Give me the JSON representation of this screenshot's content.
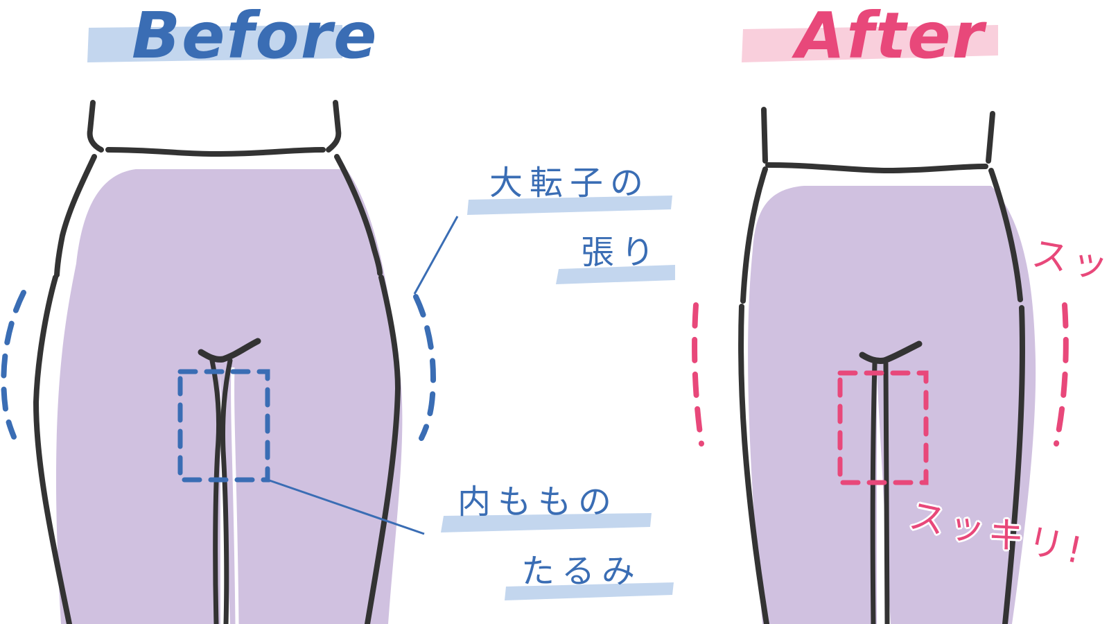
{
  "titles": {
    "before": "Before",
    "after": "After"
  },
  "annotations": {
    "before": {
      "hip_label_line1": "大転子の",
      "hip_label_line2": "張り",
      "thigh_label_line1": "内ももの",
      "thigh_label_line2": "たるみ"
    },
    "after": {
      "result_label": "スッキリ!",
      "side_label_partial": "スッ"
    }
  },
  "colors": {
    "before_accent": "#3a6db4",
    "before_highlight": "#c3d6ee",
    "after_accent": "#e8487a",
    "after_highlight": "#f9cfdc",
    "leg_fill": "#d0c1e0",
    "outline": "#333333",
    "background": "#ffffff"
  }
}
